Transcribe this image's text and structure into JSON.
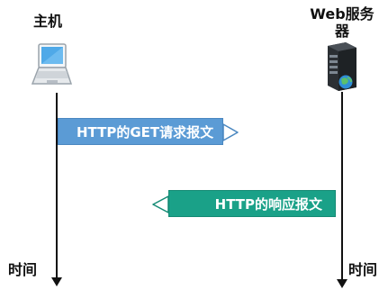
{
  "host": {
    "title": "主机",
    "icon": "laptop-icon"
  },
  "server": {
    "title": "Web服务器",
    "icon": "server-icon"
  },
  "timeline": {
    "left_label": "时间",
    "right_label": "时间"
  },
  "messages": {
    "request": {
      "label": "HTTP的GET请求报文",
      "direction": "host-to-server",
      "color": "#5b9bd5"
    },
    "response": {
      "label": "HTTP的响应报文",
      "direction": "server-to-host",
      "color": "#1aa188"
    }
  }
}
